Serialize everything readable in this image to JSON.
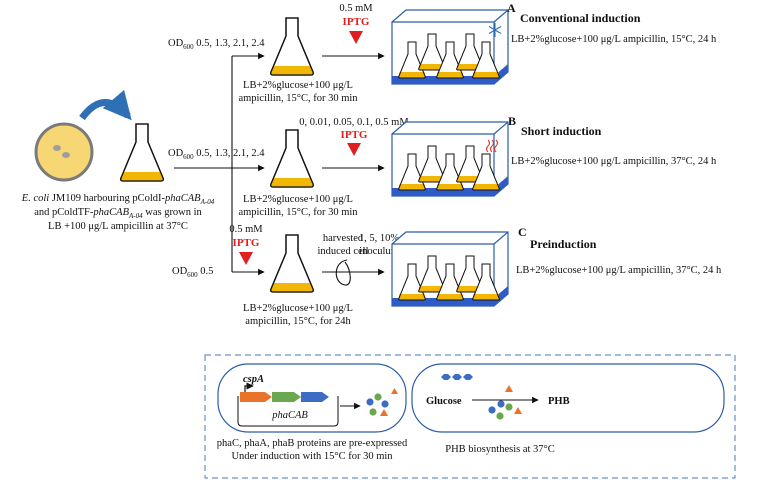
{
  "start": {
    "line1_a": "E. coli",
    "line1_b": " JM109 harbouring pColdI-",
    "line1_c": "phaCAB",
    "line1_d": "A-04",
    "line2_a": "and pColdTF-",
    "line2_b": "phaCAB",
    "line2_c": "A-04",
    "line2_d": " was grown in",
    "line3": "LB +100 μg/L ampicillin at 37°C"
  },
  "od": {
    "prefix": "OD",
    "sub": "600",
    "row_a": " 0.5, 1.3, 2.1, 2.4",
    "row_b": " 0.5, 1.3, 2.1, 2.4",
    "row_c": " 0.5"
  },
  "flask_note": {
    "line1": "LB+2%glucose+100 μg/L",
    "line2_ab": "ampicillin, 15°C, for 30 min",
    "line2_c": "ampicillin, 15°C, for 24h"
  },
  "iptg": {
    "label": "IPTG",
    "conc_a": "0.5 mM",
    "conc_b": "0, 0.01, 0.05, 0.1, 0.5 mM",
    "conc_c": "0.5 mM"
  },
  "harvest": {
    "line1": "harvested",
    "line2": "induced cell",
    "inoc1": "1, 5, 10%",
    "inoc2": "inoculum"
  },
  "panels": {
    "a_letter": "A",
    "a_title": "Conventional induction",
    "a_cond": "LB+2%glucose+100 μg/L ampicillin, 15°C, 24 h",
    "b_letter": "B",
    "b_title": "Short induction",
    "b_cond": "LB+2%glucose+100 μg/L ampicillin, 37°C, 24 h",
    "c_letter": "C",
    "c_title": "Preinduction",
    "c_cond": "LB+2%glucose+100 μg/L ampicillin, 37°C, 24 h"
  },
  "inset": {
    "gene_promoter": "cspA",
    "gene_operon": "phaCAB",
    "left_line1": "phaC, phaA, phaB proteins are pre-expressed",
    "left_line2": "Under induction with 15°C for 30 min",
    "glucose": "Glucose",
    "phb": "PHB",
    "right_line1": "PHB biosynthesis at  37°C"
  },
  "colors": {
    "medium": "#f2b705",
    "dish": "#f7d774",
    "dish_edge": "#7a7a7a",
    "cell": "#9e9e9e",
    "blue_arrow": "#2e6fb5",
    "tray_edge": "#2c5ea8",
    "tray_base": "#2f5bc8",
    "iptg": "#e02020",
    "inset_border": "#6a93c9",
    "gene_orange": "#e8742a",
    "gene_green": "#6aa84f",
    "gene_blue": "#3c6cc4"
  }
}
